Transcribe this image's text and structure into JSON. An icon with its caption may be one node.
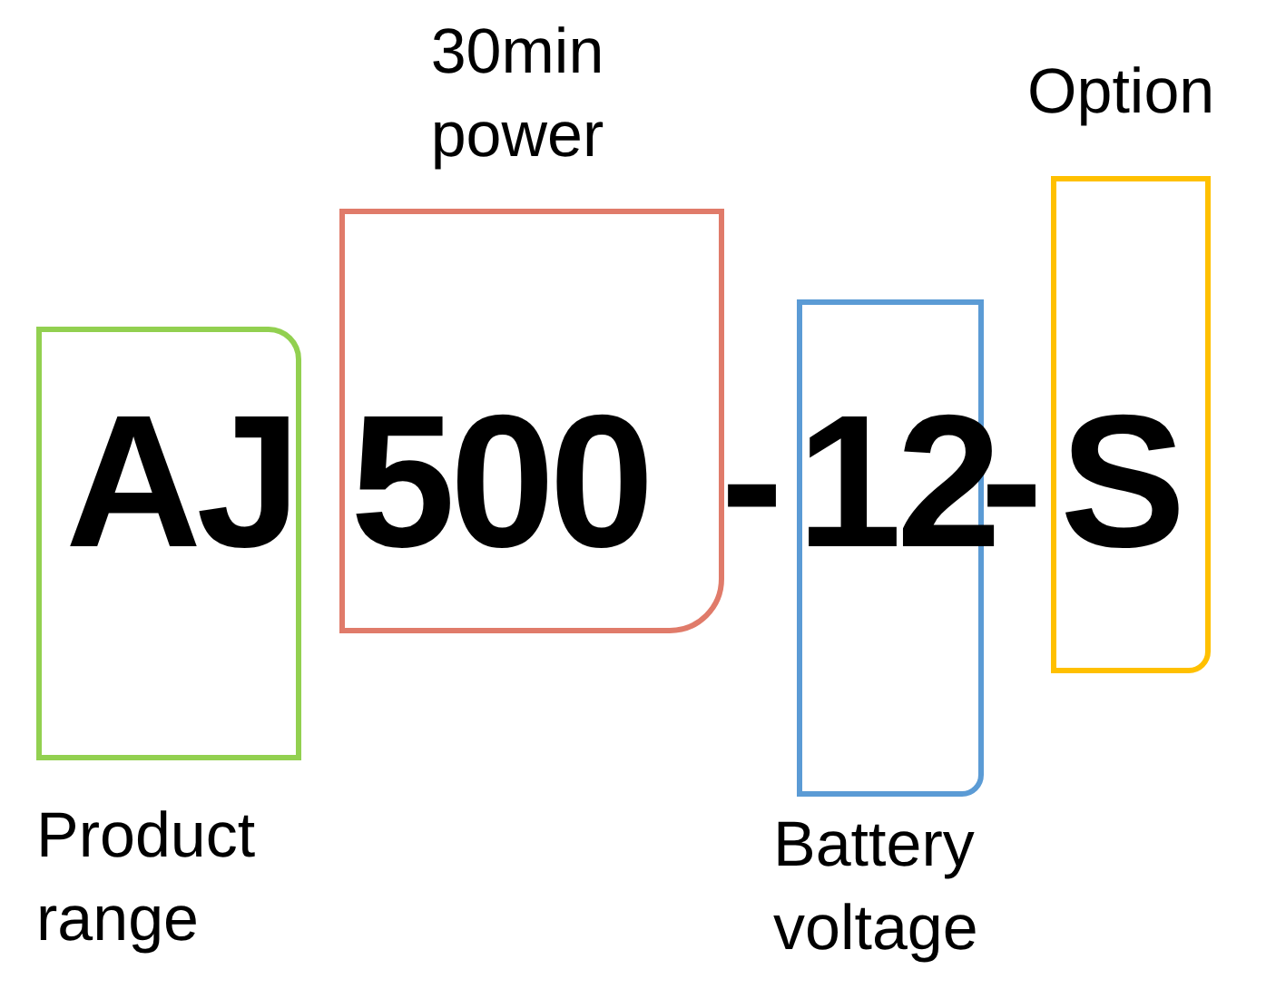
{
  "diagram": {
    "nodes": [
      {
        "text": [
          "AJ"
        ],
        "beside": [
          "Product range"
        ]
      },
      {
        "text": [
          "500"
        ],
        "beside": [
          "30min power"
        ]
      },
      {
        "text": [
          "12"
        ],
        "beside": [
          "Battery voltage"
        ]
      },
      {
        "text": [
          "S"
        ],
        "beside": [
          "Option"
        ]
      }
    ],
    "labels": [
      "-",
      "-"
    ]
  }
}
